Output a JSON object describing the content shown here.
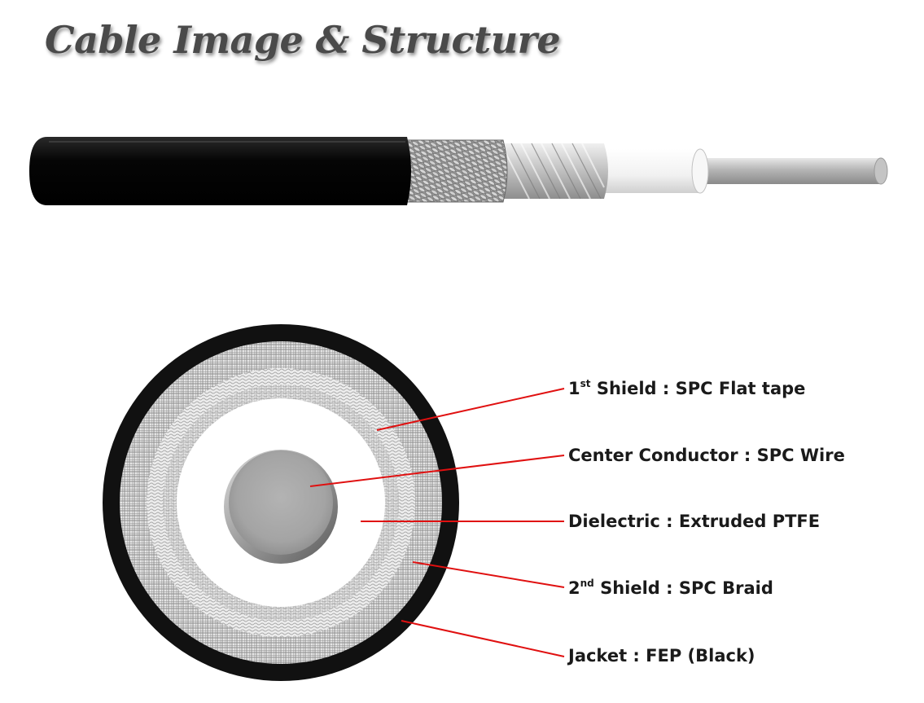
{
  "title": "Cable Image & Structure",
  "colors": {
    "leader_line": "#e01010",
    "jacket": "#111111",
    "label_text": "#1a1a1a",
    "title_text": "#4a4a4a"
  },
  "labels": {
    "first_shield": {
      "ordinal": "1",
      "suffix": "st",
      "name": "Shield",
      "separator": " : ",
      "material": "SPC Flat tape"
    },
    "center_conductor": {
      "name": "Center Conductor",
      "separator": " : ",
      "material": "SPC Wire"
    },
    "dielectric": {
      "name": "Dielectric",
      "separator": " : ",
      "material": "Extruded PTFE"
    },
    "second_shield": {
      "ordinal": "2",
      "suffix": "nd",
      "name": "Shield",
      "separator": " : ",
      "material": "SPC Braid"
    },
    "jacket": {
      "name": "Jacket",
      "separator": " : ",
      "material": "FEP (Black)"
    }
  }
}
